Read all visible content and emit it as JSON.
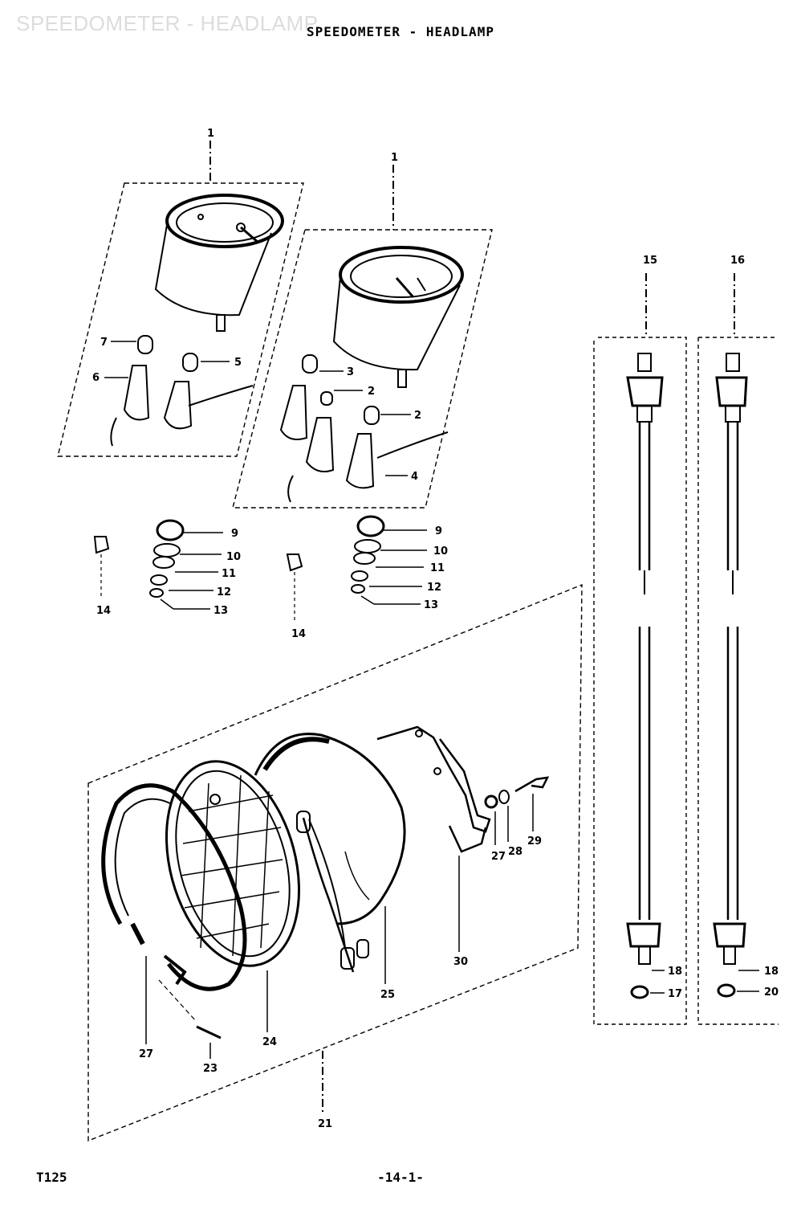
{
  "header": {
    "title": "SPEEDOMETER - HEADLAMP",
    "ghost_title": "SPEEDOMETER - HEADLAMP"
  },
  "footer": {
    "model": "T125",
    "page": "-14-1-"
  },
  "colors": {
    "ink": "#000000",
    "paper": "#ffffff"
  }
}
